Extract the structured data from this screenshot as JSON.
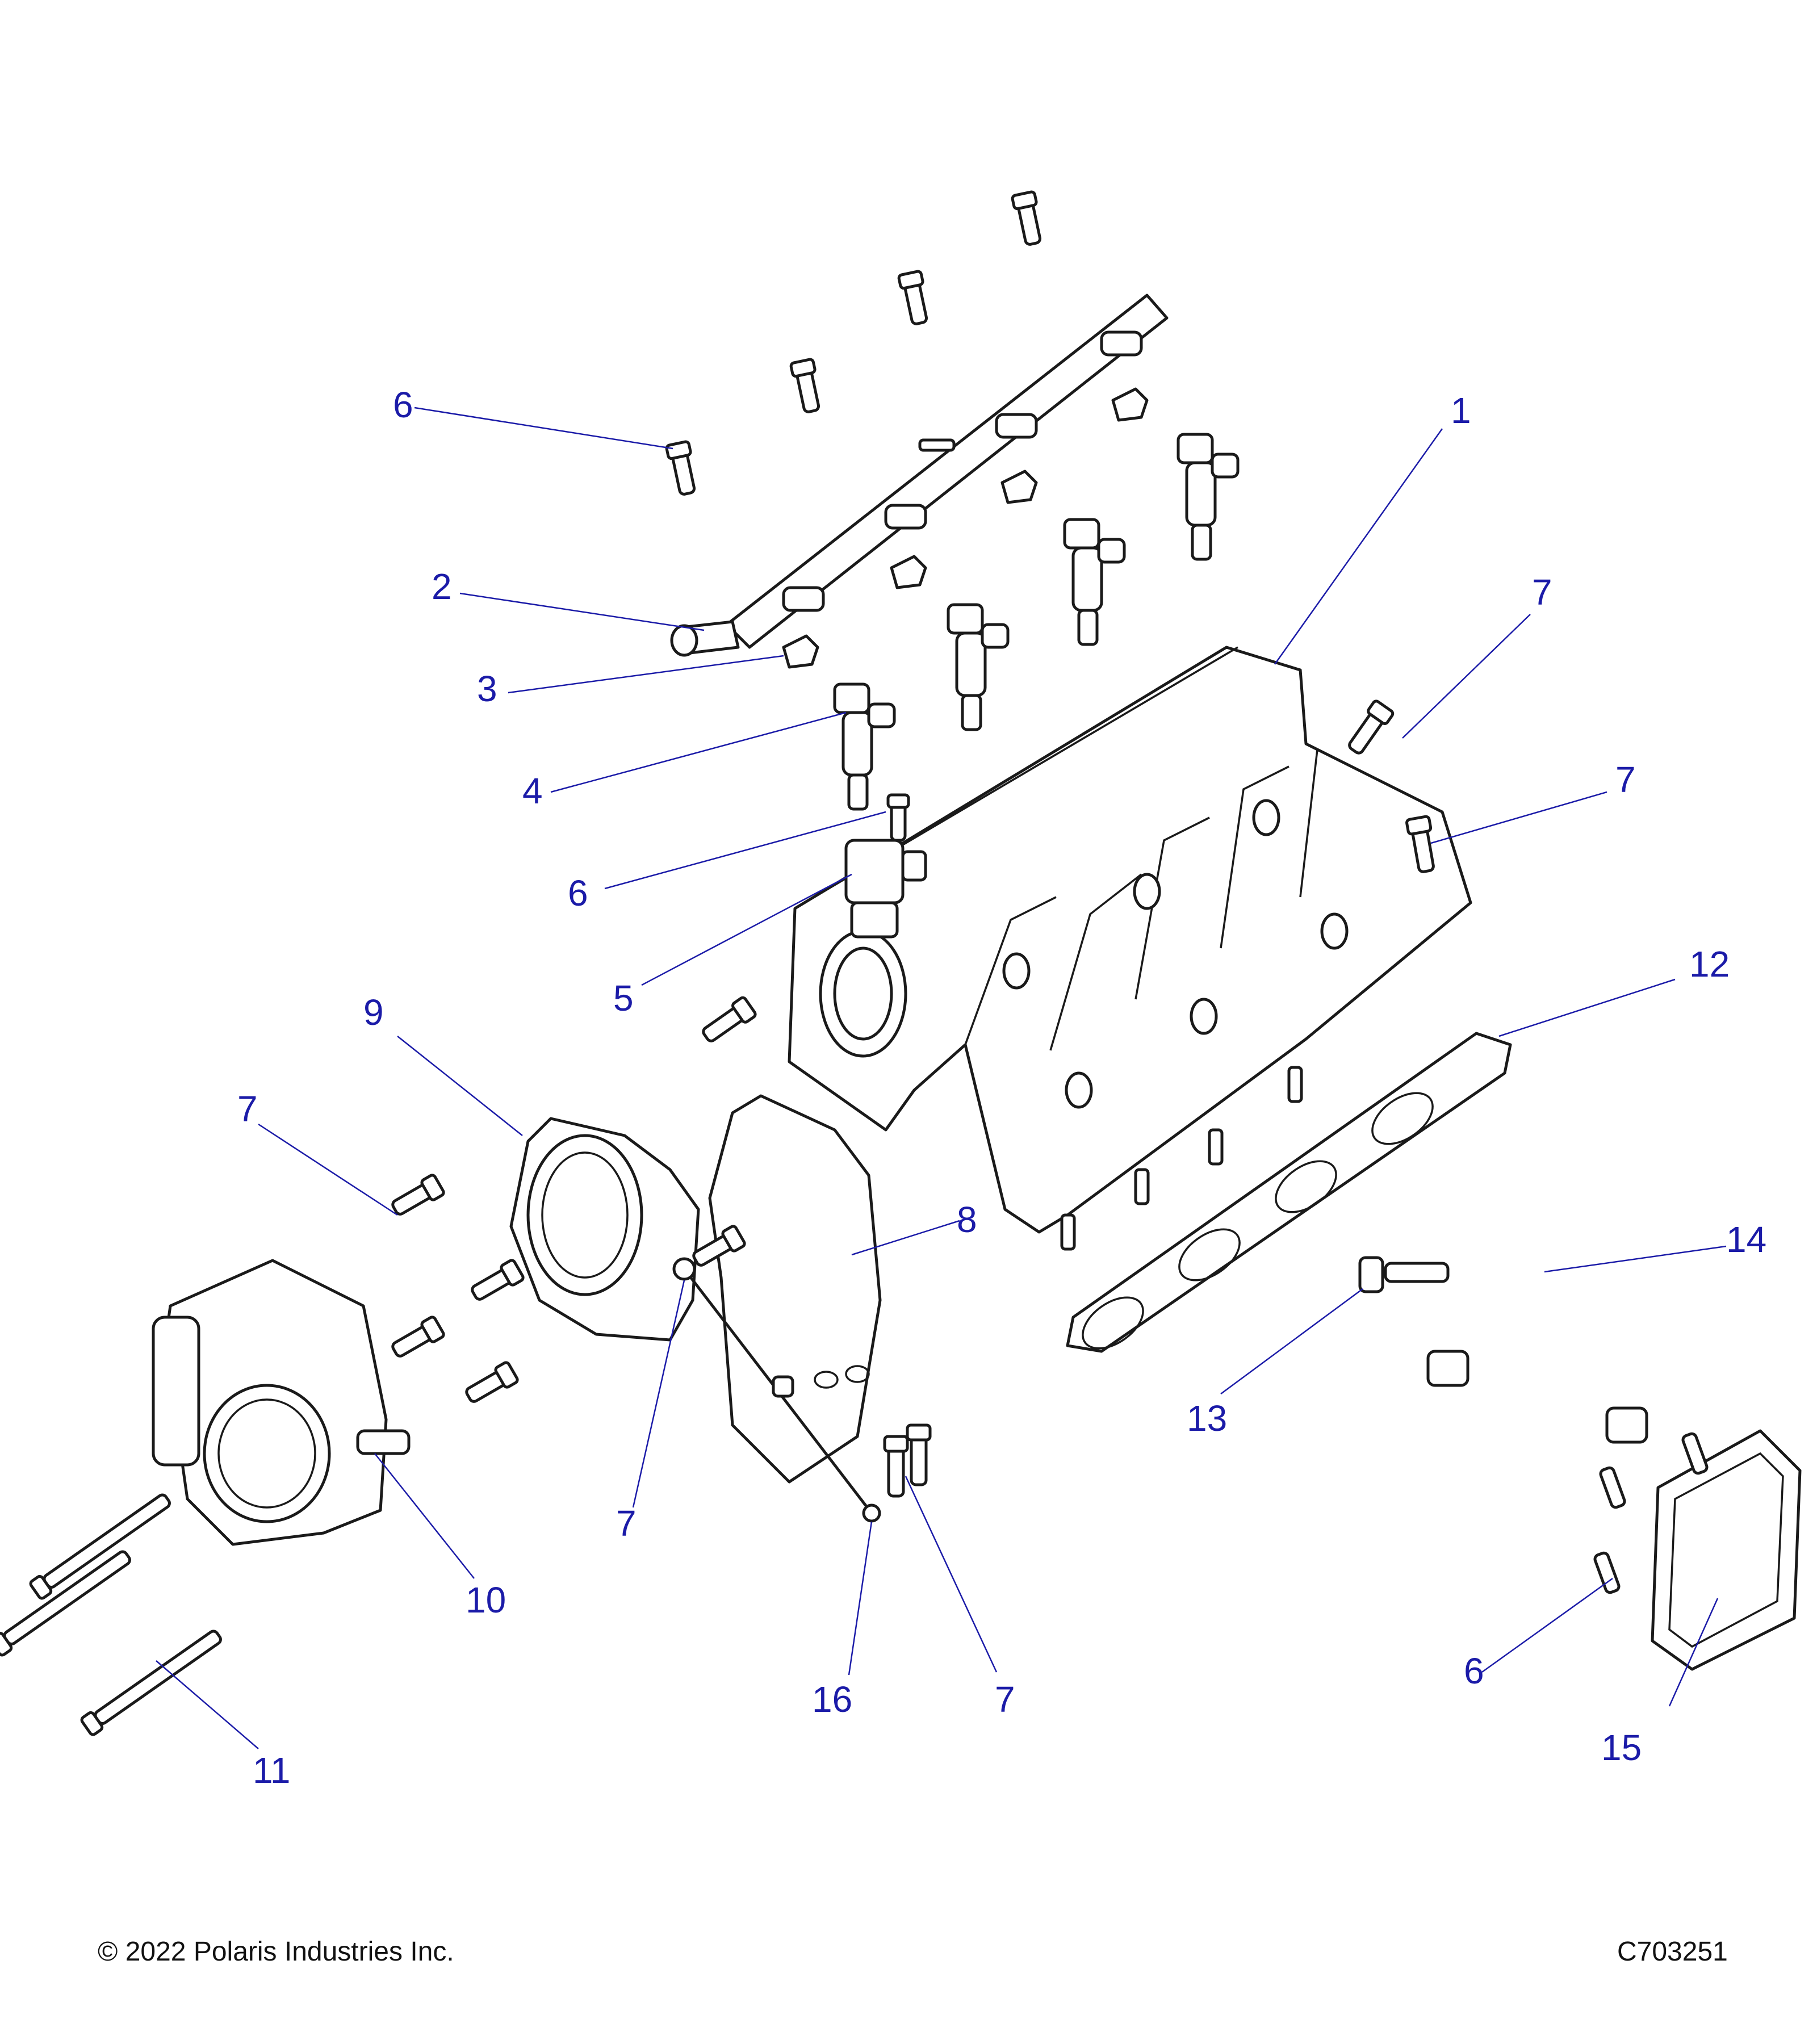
{
  "callouts": [
    "1",
    "2",
    "3",
    "4",
    "5",
    "6",
    "7",
    "8",
    "9",
    "10",
    "11",
    "12",
    "13",
    "14",
    "15",
    "16"
  ],
  "footer": {
    "copyright": "© 2022 Polaris Industries Inc.",
    "drawing_number": "C703251"
  },
  "colors": {
    "callout": "#1b1ba8",
    "line_art": "#1a1a1a",
    "background": "#ffffff"
  }
}
